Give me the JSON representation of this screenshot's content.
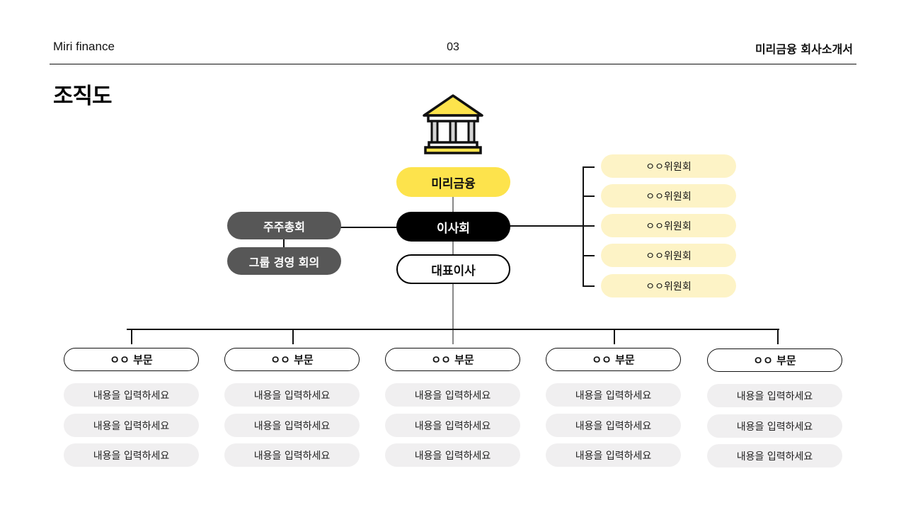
{
  "header": {
    "brand": "Miri finance",
    "page_number": "03",
    "doc_title": "미리금융 회사소개서"
  },
  "page_title": "조직도",
  "org_chart": {
    "icon": "bank-building-icon",
    "colors": {
      "accent_yellow": "#fde34c",
      "committee_cream": "#fdf3c6",
      "board_black": "#000000",
      "assembly_gray": "#575757",
      "item_gray": "#f0eff0"
    },
    "company": "미리금융",
    "board": "이사회",
    "ceo": "대표이사",
    "left_nodes": [
      "주주총회",
      "그룹 경영 회의"
    ],
    "committees": [
      "ㅇㅇ위원회",
      "ㅇㅇ위원회",
      "ㅇㅇ위원회",
      "ㅇㅇ위원회",
      "ㅇㅇ위원회"
    ],
    "divisions": [
      {
        "name": "ㅇㅇ 부문",
        "items": [
          "내용을 입력하세요",
          "내용을 입력하세요",
          "내용을 입력하세요"
        ]
      },
      {
        "name": "ㅇㅇ 부문",
        "items": [
          "내용을 입력하세요",
          "내용을 입력하세요",
          "내용을 입력하세요"
        ]
      },
      {
        "name": "ㅇㅇ 부문",
        "items": [
          "내용을 입력하세요",
          "내용을 입력하세요",
          "내용을 입력하세요"
        ]
      },
      {
        "name": "ㅇㅇ 부문",
        "items": [
          "내용을 입력하세요",
          "내용을 입력하세요",
          "내용을 입력하세요"
        ]
      },
      {
        "name": "ㅇㅇ 부문",
        "items": [
          "내용을 입력하세요",
          "내용을 입력하세요",
          "내용을 입력하세요"
        ]
      }
    ]
  }
}
